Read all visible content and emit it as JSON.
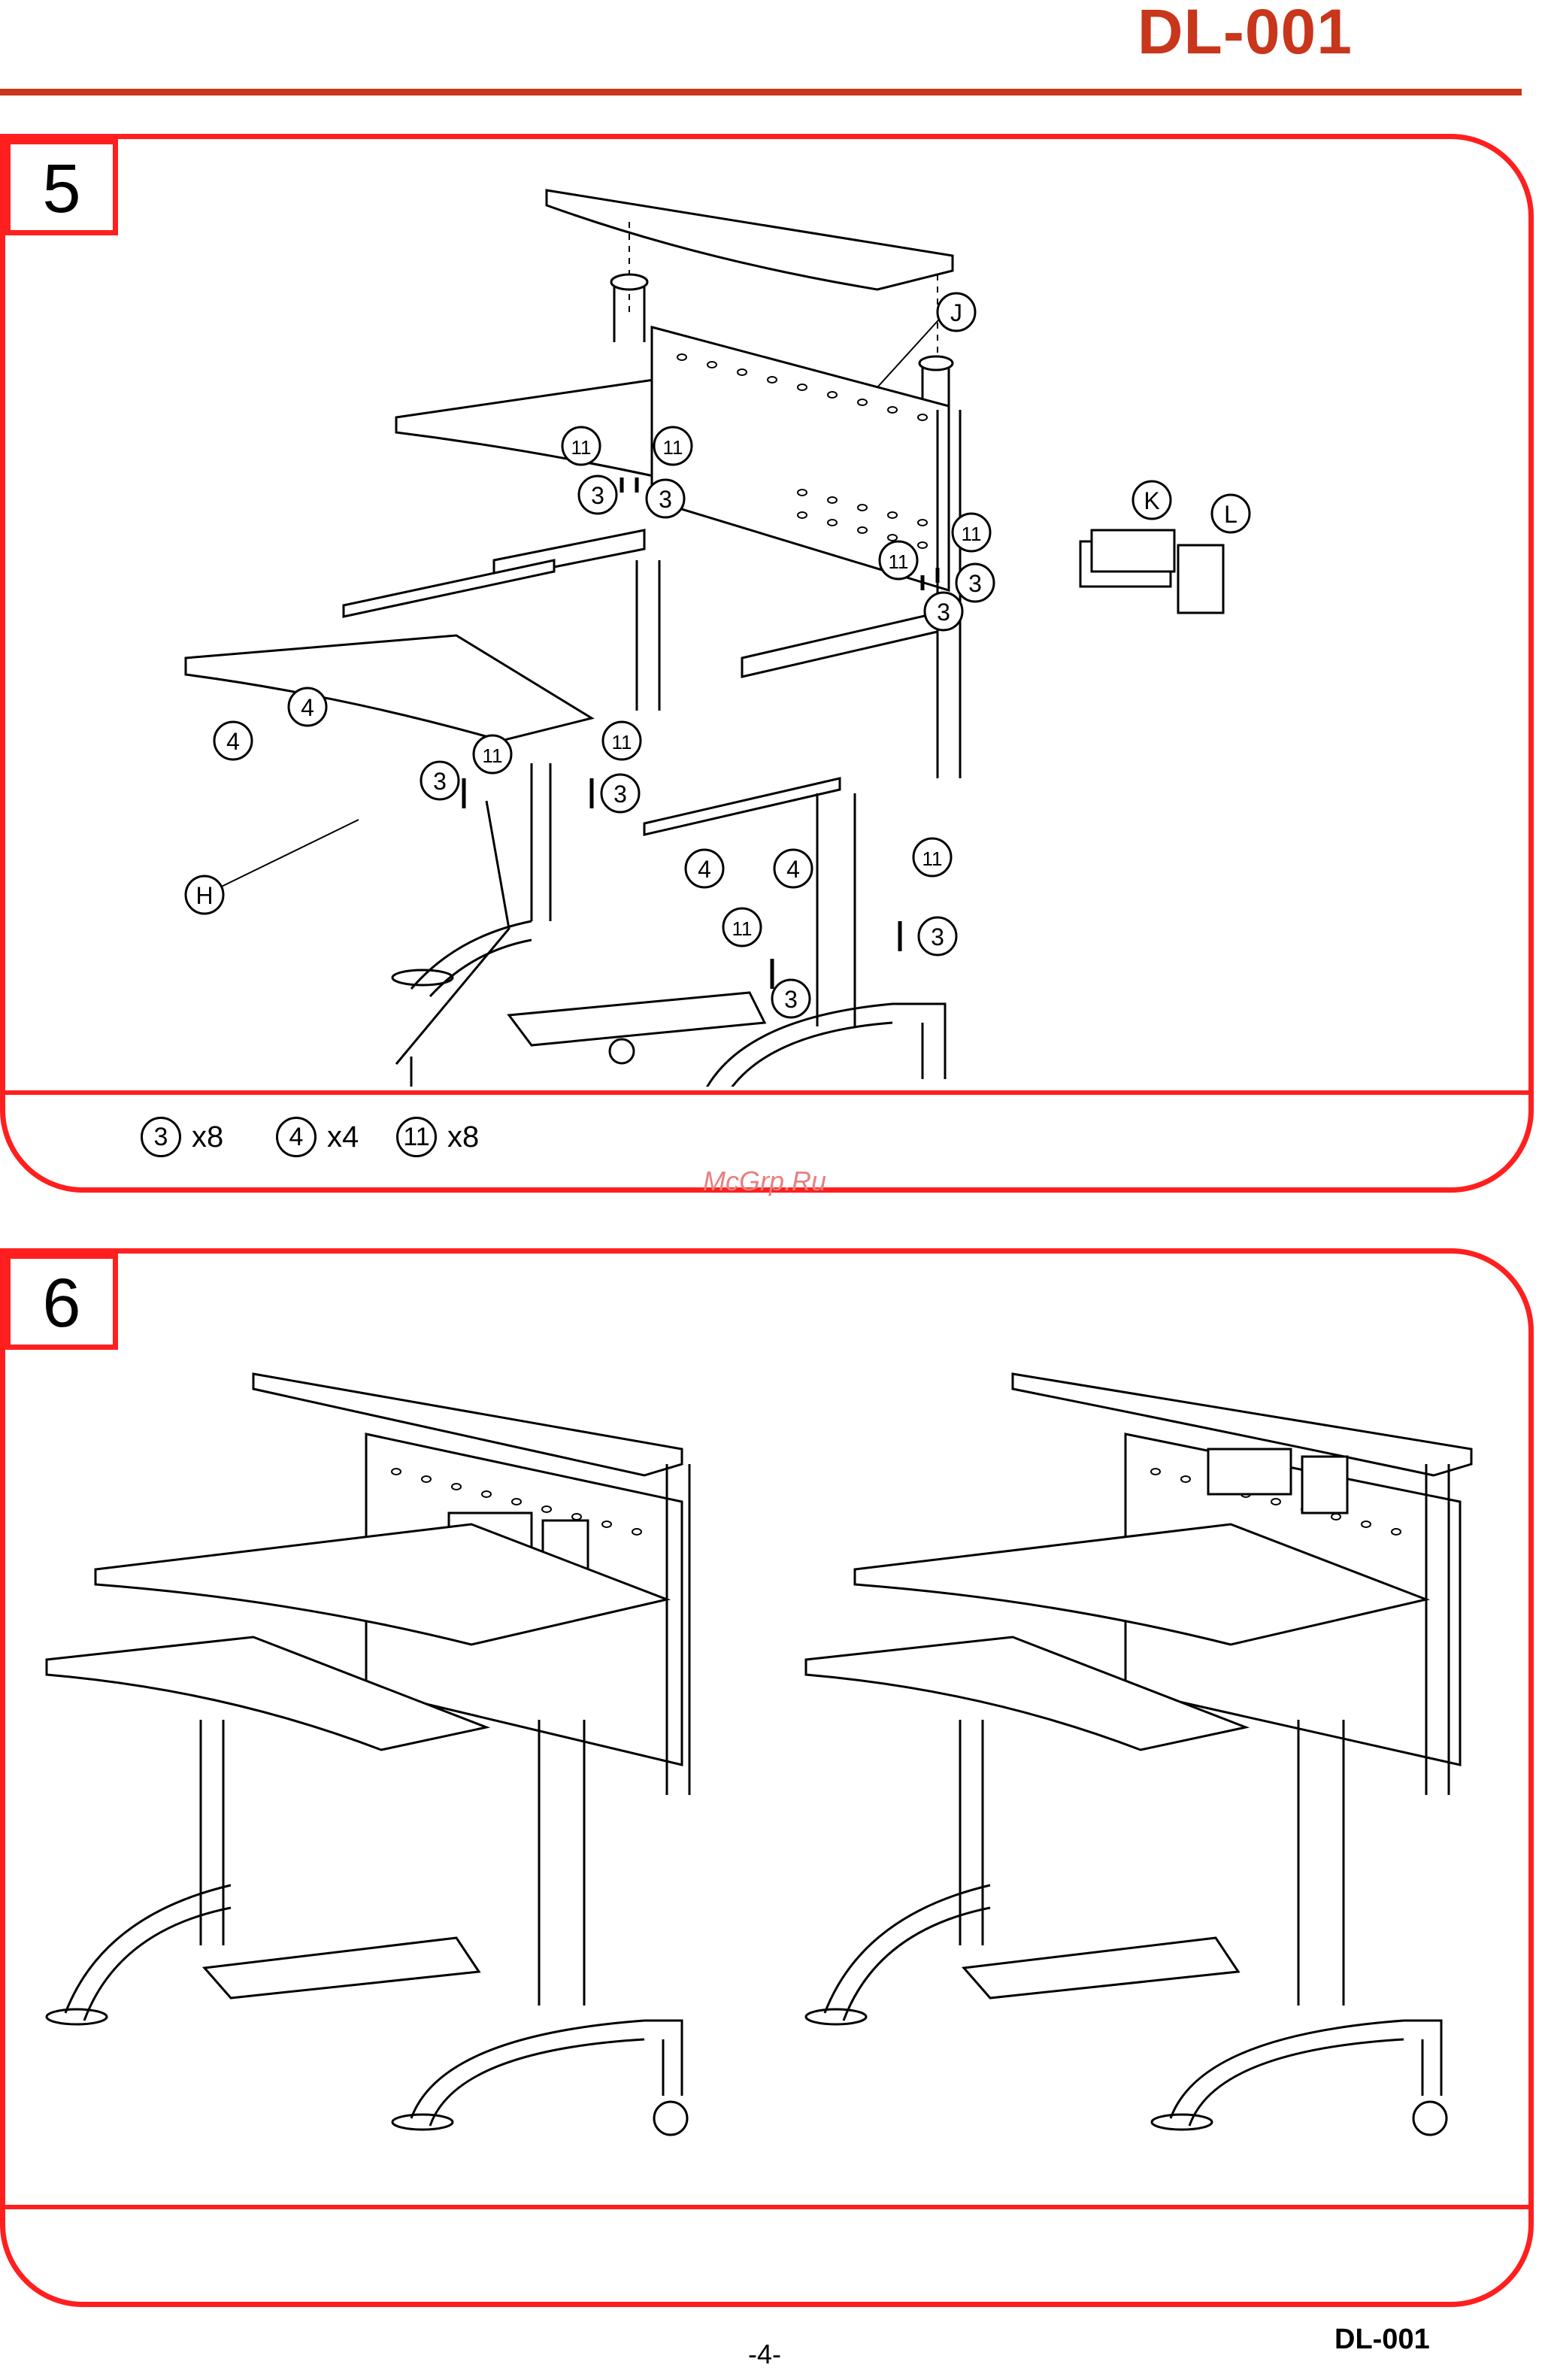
{
  "header": {
    "model": "DL-001"
  },
  "step5": {
    "number": "5",
    "hardware": [
      {
        "part": "3",
        "qty": "x8"
      },
      {
        "part": "4",
        "qty": "x4"
      },
      {
        "part": "11",
        "qty": "x8"
      }
    ],
    "part_labels": {
      "J": "J",
      "K": "K",
      "L": "L",
      "H": "H",
      "p3": "3",
      "p4": "4",
      "p11": "11"
    }
  },
  "step6": {
    "number": "6"
  },
  "watermark": "McGrp.Ru",
  "footer": {
    "page": "-4-",
    "model": "DL-001"
  }
}
